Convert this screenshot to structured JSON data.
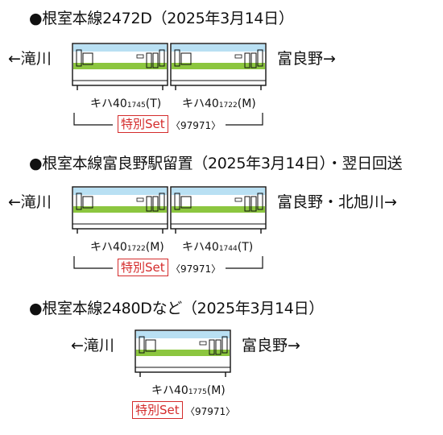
{
  "colors": {
    "green_stripe": "#8cc63f",
    "blue_band": "#7fc6e9",
    "special_red": "#d42b2b",
    "line": "#111111"
  },
  "formations": [
    {
      "title": "●根室本線2472D（2025年3月14日）",
      "left_dest": "←滝川",
      "right_dest": "富良野→",
      "cars": [
        {
          "model": "キハ40",
          "number": "1745",
          "role": "(T)"
        },
        {
          "model": "キハ40",
          "number": "1722",
          "role": "(M)"
        }
      ],
      "special_label": "特別Set",
      "set_number": "〈97971〉"
    },
    {
      "title": "●根室本線富良野駅留置（2025年3月14日）・翌日回送",
      "left_dest": "←滝川",
      "right_dest": "富良野・北旭川→",
      "cars": [
        {
          "model": "キハ40",
          "number": "1722",
          "role": "(M)"
        },
        {
          "model": "キハ40",
          "number": "1744",
          "role": "(T)"
        }
      ],
      "special_label": "特別Set",
      "set_number": "〈97971〉"
    },
    {
      "title": "●根室本線2480Dなど（2025年3月14日）",
      "left_dest": "←滝川",
      "right_dest": "富良野→",
      "cars": [
        {
          "model": "キハ40",
          "number": "1775",
          "role": "(M)"
        }
      ],
      "special_label": "特別Set",
      "set_number": "〈97971〉"
    }
  ]
}
